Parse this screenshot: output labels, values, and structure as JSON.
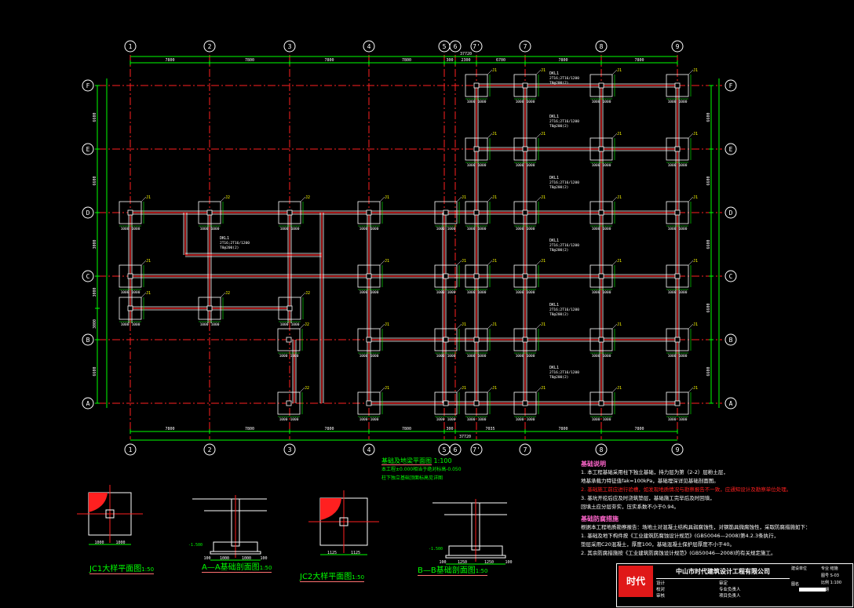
{
  "grid": {
    "columns": [
      "1",
      "2",
      "3",
      "4",
      "5",
      "6",
      "7'",
      "7",
      "8",
      "9"
    ],
    "rows": [
      "F",
      "E",
      "D",
      "C",
      "B",
      "A"
    ],
    "top_dims": [
      "7800",
      "7800",
      "7800",
      "7800",
      "300",
      "2300",
      "6700",
      "7800",
      "7800"
    ],
    "top_total": "37720",
    "bottom_dims": [
      "7800",
      "7800",
      "7800",
      "7800",
      "300",
      "7035",
      "7800",
      "7800"
    ],
    "bottom_total": "37720",
    "left_dims": [
      "6600",
      "6600",
      "3000",
      "3000",
      "3000",
      "6600"
    ],
    "right_dims": [
      "6600",
      "6600",
      "6600",
      "6600",
      "6600"
    ]
  },
  "labels": {
    "footing_j1": "J1",
    "footing_j2": "J2",
    "footing_size": "1000",
    "beam_dl1": "DKL1",
    "beam_spec": "2T16;2T16/1200",
    "beam_stirrup": "T8@200(2)"
  },
  "plan_title": {
    "main": "基础及地梁平面图",
    "scale": "1:100",
    "note1": "本工程±0.000相当于绝对标高-0.050",
    "note2": "柱下独立基础顶面标高见详图"
  },
  "details": [
    {
      "title": "JC1大样平面图",
      "scale": "1:50"
    },
    {
      "title": "A—A基础剖面图",
      "scale": "1:50"
    },
    {
      "title": "JC2大样平面图",
      "scale": "1:50"
    },
    {
      "title": "B—B基础剖面图",
      "scale": "1:50"
    }
  ],
  "detail_dims": {
    "jc1": [
      "1000",
      "1000",
      "1000",
      "1000"
    ],
    "aa": [
      "100",
      "1000",
      "1000",
      "100"
    ],
    "jc2": [
      "1125",
      "1125",
      "1125",
      "1125"
    ],
    "bb": [
      "100",
      "1250",
      "1250",
      "100"
    ],
    "elev": "-1.500"
  },
  "notes": {
    "title1": "基础说明",
    "items1": [
      "1. 本工程基础采用柱下独立基础，持力层为第（2-2）层粉土层，",
      "   地基承载力特征值fak=100kPa，基础埋深详见基础剖面图。",
      "2. 基础施工前应进行验槽，如发现地质情况与勘察报告不一致，应通知设计及勘察单位处理。",
      "3. 基坑开挖后应及时浇筑垫层，基础施工完毕后及时回填，",
      "   回填土应分层夯实，压实系数不小于0.94。"
    ],
    "title2": "基础防腐措施",
    "items2": [
      "根据本工程地质勘察报告：场地土对混凝土结构具弱腐蚀性，对钢筋具微腐蚀性，采取防腐措施如下：",
      "1. 基础及地下构件按《工业建筑防腐蚀设计规范》(GB50046—2008)第4.2.3条执行，",
      "   垫层采用C20混凝土，厚度100，基础混凝土保护层厚度不小于40。",
      "2. 其余防腐措施按《工业建筑防腐蚀设计规范》(GB50046—2008)的有关规定施工。"
    ]
  },
  "title_block": {
    "company": "中山市时代建筑设计工程有限公司",
    "logo": "时代",
    "project_label": "建设单位",
    "drawing_label": "图名",
    "fields": [
      "设计",
      "校对",
      "审核",
      "审定",
      "专业负责人",
      "项目负责人"
    ],
    "meta": [
      "专业",
      "结施",
      "图号",
      "S-03",
      "比例",
      "1:100",
      "日期"
    ]
  },
  "colors": {
    "grid_line": "#ff2020",
    "dim": "#00ff00",
    "outline": "#ffffff",
    "tag": "#ffff00",
    "notes_title": "#ff66cc"
  }
}
